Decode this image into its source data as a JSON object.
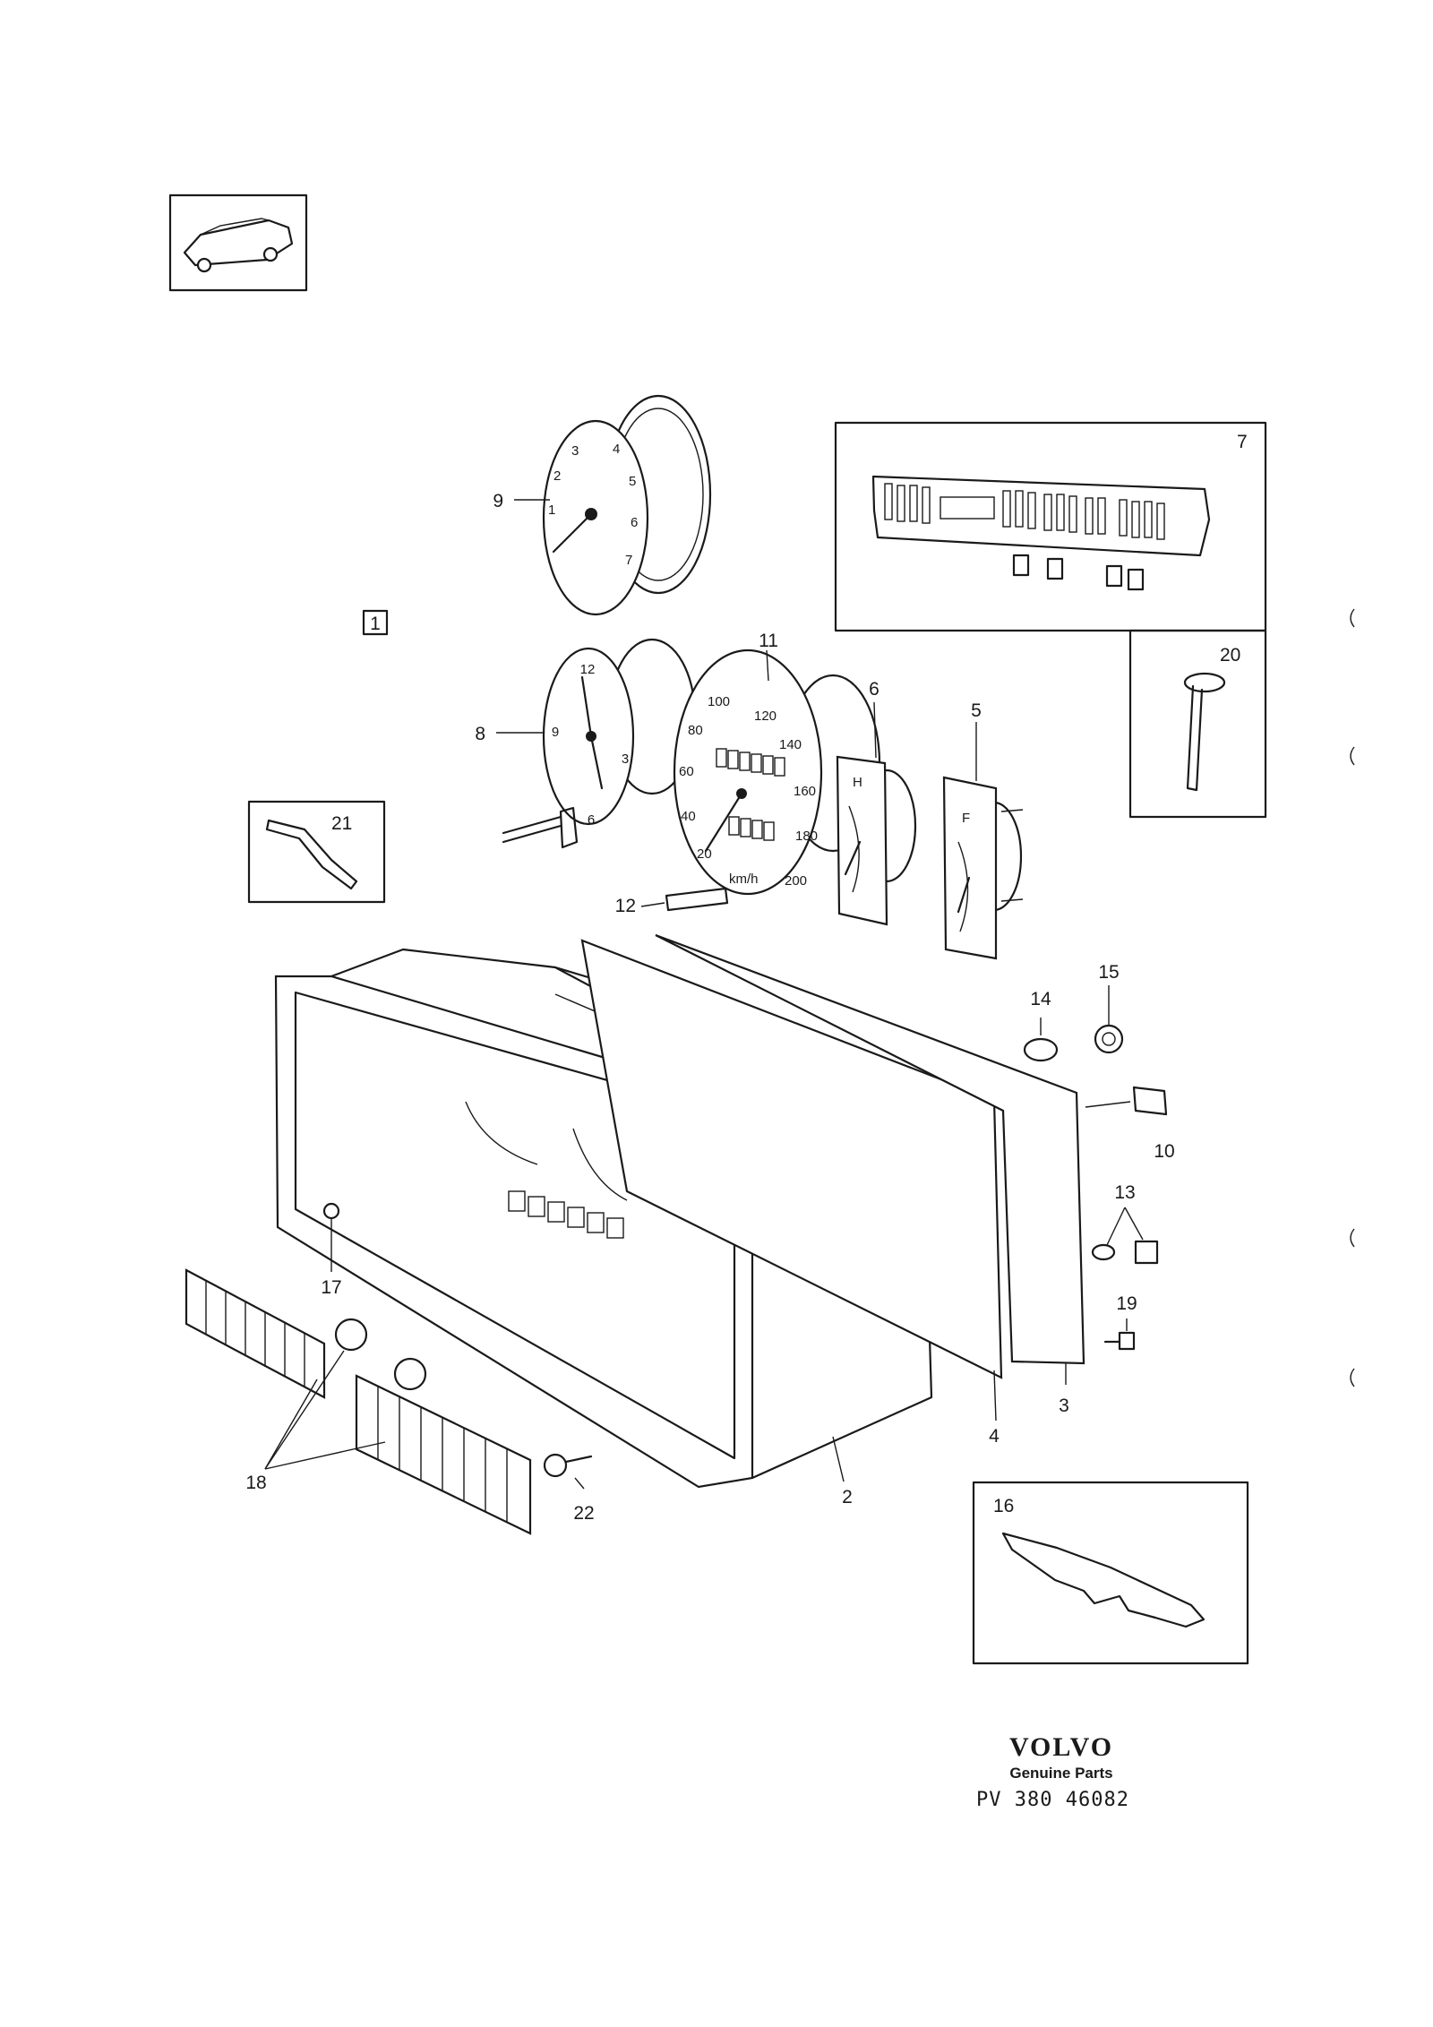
{
  "section_marker": "1",
  "gauges": {
    "tachometer_numbers": [
      "1",
      "2",
      "3",
      "4",
      "5",
      "6",
      "7"
    ],
    "clock_numbers": [
      "12",
      "3",
      "6",
      "9"
    ],
    "speedometer_numbers": [
      "20",
      "40",
      "60",
      "80",
      "100",
      "120",
      "140",
      "160",
      "180",
      "200"
    ],
    "speedometer_unit": "km/h",
    "temp_label": "H",
    "fuel_label": "F"
  },
  "callouts": {
    "c2": "2",
    "c3": "3",
    "c4": "4",
    "c5": "5",
    "c6": "6",
    "c7": "7",
    "c8": "8",
    "c9": "9",
    "c10": "10",
    "c11": "11",
    "c12": "12",
    "c13": "13",
    "c14": "14",
    "c15": "15",
    "c16": "16",
    "c17": "17",
    "c18": "18",
    "c19": "19",
    "c20": "20",
    "c21": "21",
    "c22": "22"
  },
  "brand": {
    "name": "VOLVO",
    "tagline": "Genuine Parts",
    "part_number": "PV 380 46082"
  }
}
